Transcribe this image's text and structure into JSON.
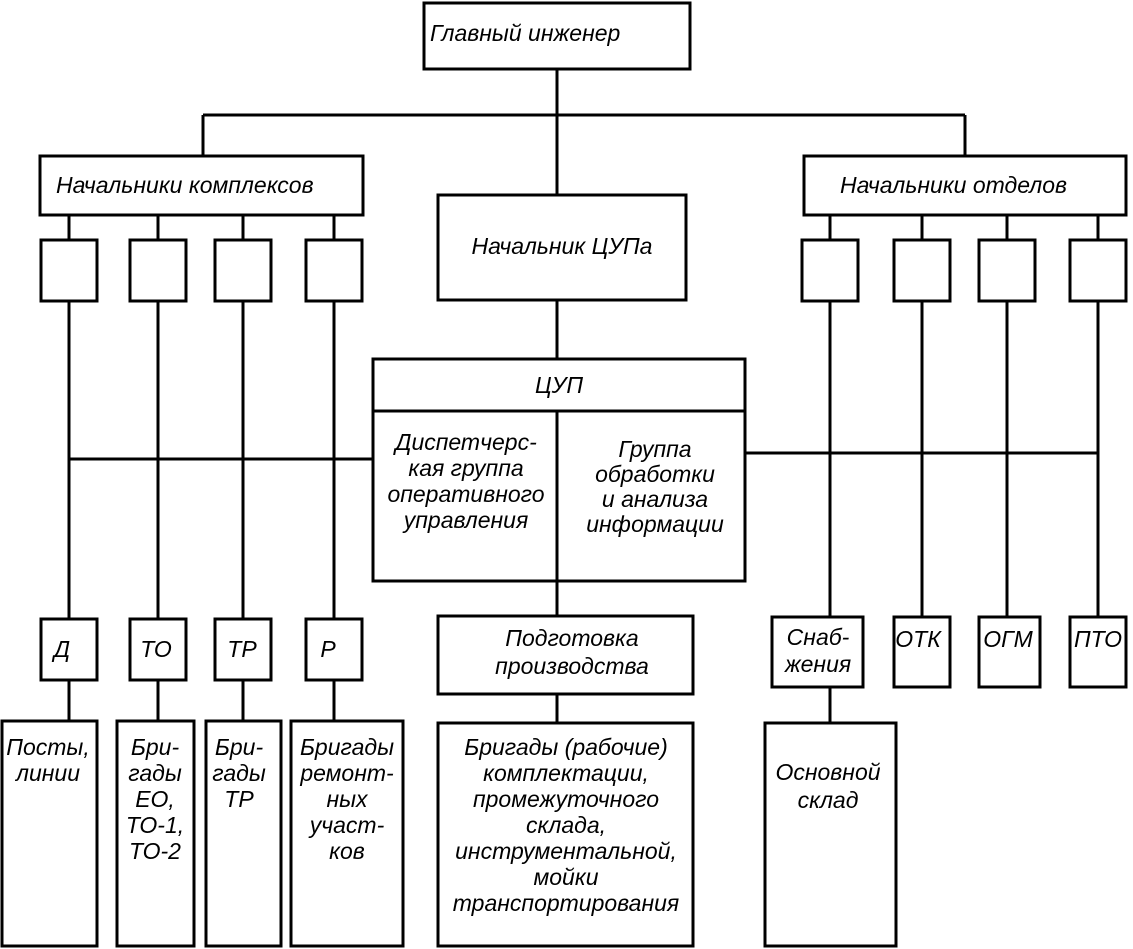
{
  "colors": {
    "line": "#000000",
    "background": "#ffffff"
  },
  "nodes": {
    "chief_engineer": [
      "Главный инженер"
    ],
    "complex_heads": [
      "Начальники комплексов"
    ],
    "dept_heads": [
      "Начальники отделов"
    ],
    "cup_head": [
      "Начальник ЦУПа"
    ],
    "cup": [
      "ЦУП"
    ],
    "dispatch_group": [
      "Диспетчерс-",
      "кая группа",
      "оперативного",
      "управления"
    ],
    "analysis_group": [
      "Группа",
      "обработки",
      "и анализа",
      "информации"
    ],
    "d": [
      "Д"
    ],
    "to": [
      "ТО"
    ],
    "tr": [
      "ТР"
    ],
    "r": [
      "Р"
    ],
    "prep": [
      "Подготовка",
      "производства"
    ],
    "supply": [
      "Снаб-",
      "жения"
    ],
    "otk": [
      "ОТК"
    ],
    "ogm": [
      "ОГМ"
    ],
    "pto": [
      "ПТО"
    ],
    "posts": [
      "Посты,",
      "линии"
    ],
    "brig_eo": [
      "Бри-",
      "гады",
      "ЕО,",
      "ТО-1,",
      "ТО-2"
    ],
    "brig_tr": [
      "Бри-",
      "гады",
      "ТР"
    ],
    "brig_repair": [
      "Бригады",
      "ремонт-",
      "ных",
      "участ-",
      "ков"
    ],
    "brig_work": [
      "Бригады (рабочие)",
      "комплектации,",
      "промежуточного",
      "склада,",
      "инструментальной,",
      "мойки",
      "транспортирования"
    ],
    "warehouse": [
      "Основной",
      "склад"
    ]
  }
}
